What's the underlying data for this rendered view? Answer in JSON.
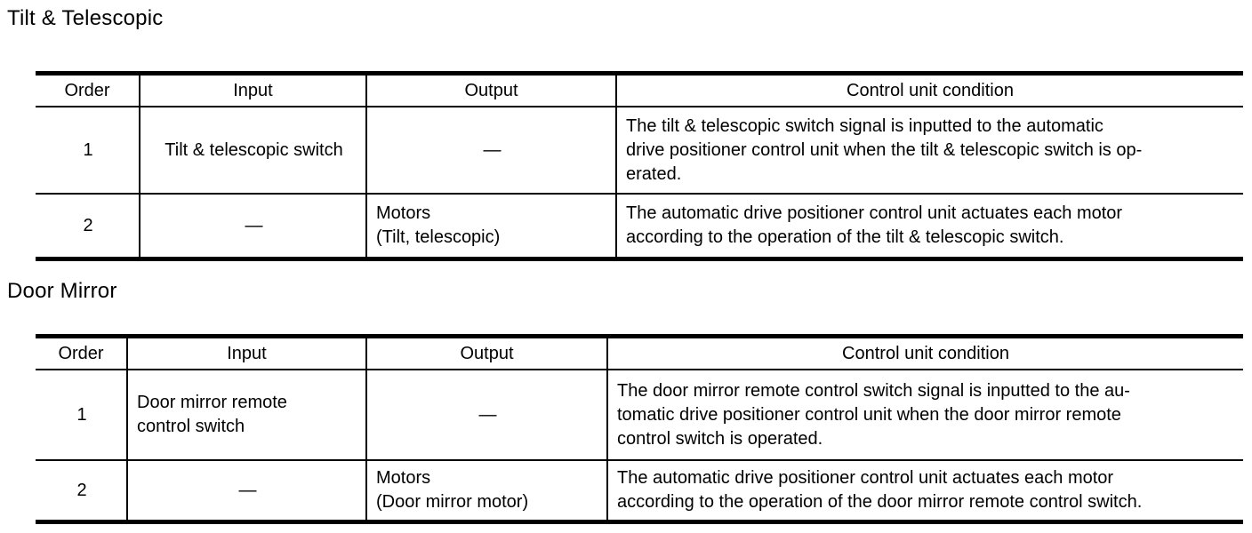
{
  "sections": [
    {
      "title": "Tilt & Telescopic",
      "columns": [
        "Order",
        "Input",
        "Output",
        "Control unit condition"
      ],
      "rows": [
        {
          "order": "1",
          "input": "Tilt & telescopic switch",
          "output": "—",
          "condition": "The tilt & telescopic switch signal is inputted to the automatic\ndrive positioner control unit when the tilt & telescopic switch is op-\nerated."
        },
        {
          "order": "2",
          "input": "—",
          "output": "Motors\n(Tilt, telescopic)",
          "condition": "The automatic drive positioner control unit actuates each motor\naccording to the operation of the tilt & telescopic switch."
        }
      ]
    },
    {
      "title": "Door Mirror",
      "columns": [
        "Order",
        "Input",
        "Output",
        "Control unit condition"
      ],
      "rows": [
        {
          "order": "1",
          "input": "Door mirror remote\ncontrol switch",
          "output": "—",
          "condition": "The door mirror remote control switch signal is inputted to the au-\ntomatic drive positioner control unit when the door mirror remote\ncontrol switch is operated."
        },
        {
          "order": "2",
          "input": "—",
          "output": "Motors\n(Door mirror motor)",
          "condition": "The automatic drive positioner control unit actuates each motor\naccording to the operation of the door mirror remote control switch."
        }
      ]
    }
  ]
}
